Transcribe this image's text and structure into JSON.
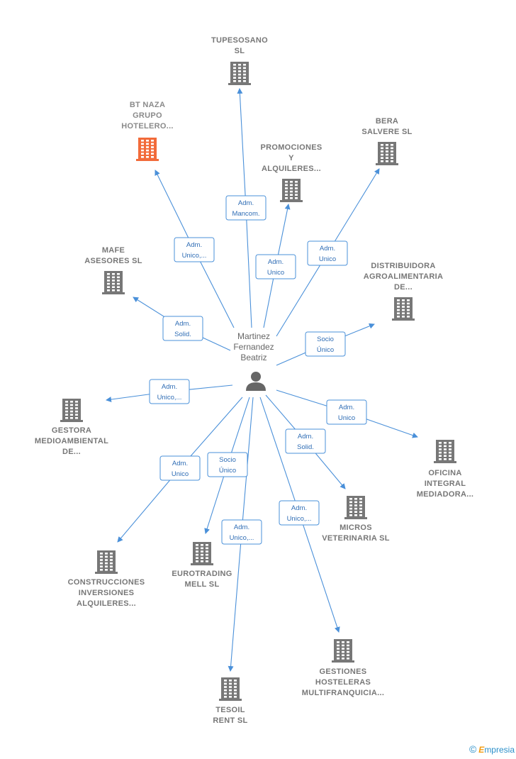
{
  "person": {
    "lines": [
      "Martinez",
      "Fernandez",
      "Beatriz"
    ]
  },
  "companies": [
    {
      "id": "tupesosano",
      "lines": [
        "TUPESOSANO",
        "SL"
      ],
      "highlight": false
    },
    {
      "id": "bt-naza",
      "lines": [
        "BT NAZA",
        "GRUPO",
        "HOTELERO..."
      ],
      "highlight": true
    },
    {
      "id": "promociones",
      "lines": [
        "PROMOCIONES",
        "Y",
        "ALQUILERES..."
      ],
      "highlight": false
    },
    {
      "id": "bera",
      "lines": [
        "BERA",
        "SALVERE SL"
      ],
      "highlight": false
    },
    {
      "id": "mafe",
      "lines": [
        "MAFE",
        "ASESORES SL"
      ],
      "highlight": false
    },
    {
      "id": "distribuidora",
      "lines": [
        "DISTRIBUIDORA",
        "AGROALIMENTARIA",
        "DE..."
      ],
      "highlight": false
    },
    {
      "id": "gestora",
      "lines": [
        "GESTORA",
        "MEDIOAMBIENTAL",
        "DE..."
      ],
      "highlight": false
    },
    {
      "id": "oficina",
      "lines": [
        "OFICINA",
        "INTEGRAL",
        "MEDIADORA..."
      ],
      "highlight": false
    },
    {
      "id": "micros",
      "lines": [
        "MICROS",
        "VETERINARIA SL"
      ],
      "highlight": false
    },
    {
      "id": "construcciones",
      "lines": [
        "CONSTRUCCIONES",
        "INVERSIONES",
        "ALQUILERES..."
      ],
      "highlight": false
    },
    {
      "id": "eurotrading",
      "lines": [
        "EUROTRADING",
        "MELL SL"
      ],
      "highlight": false
    },
    {
      "id": "gestiones",
      "lines": [
        "GESTIONES",
        "HOSTELERAS",
        "MULTIFRANQUICIA..."
      ],
      "highlight": false
    },
    {
      "id": "tesoil",
      "lines": [
        "TESOIL",
        "RENT SL"
      ],
      "highlight": false
    }
  ],
  "relations": [
    {
      "to": "tupesosano",
      "role": [
        "Adm.",
        "Mancom."
      ]
    },
    {
      "to": "bt-naza",
      "role": [
        "Adm.",
        "Unico,..."
      ]
    },
    {
      "to": "promociones",
      "role": [
        "Adm.",
        "Unico"
      ]
    },
    {
      "to": "bera",
      "role": [
        "Adm.",
        "Unico"
      ]
    },
    {
      "to": "mafe",
      "role": [
        "Adm.",
        "Solid."
      ]
    },
    {
      "to": "distribuidora",
      "role": [
        "Socio",
        "Único"
      ]
    },
    {
      "to": "gestora",
      "role": [
        "Adm.",
        "Unico,..."
      ]
    },
    {
      "to": "oficina",
      "role": [
        "Adm.",
        "Unico"
      ]
    },
    {
      "to": "micros",
      "role": [
        "Adm.",
        "Solid."
      ]
    },
    {
      "to": "construcciones",
      "role": [
        "Adm.",
        "Unico"
      ]
    },
    {
      "to": "eurotrading",
      "role": [
        "Socio",
        "Único"
      ]
    },
    {
      "to": "gestiones",
      "role": [
        "Adm.",
        "Unico,..."
      ]
    },
    {
      "to": "tesoil",
      "role": [
        "Adm.",
        "Unico,..."
      ]
    }
  ],
  "colors": {
    "edge": "#4a90d9",
    "building": "#777777",
    "highlight_building": "#f26b3a"
  },
  "brand": {
    "copyright": "©",
    "name_first": "E",
    "name_rest": "mpresia"
  }
}
